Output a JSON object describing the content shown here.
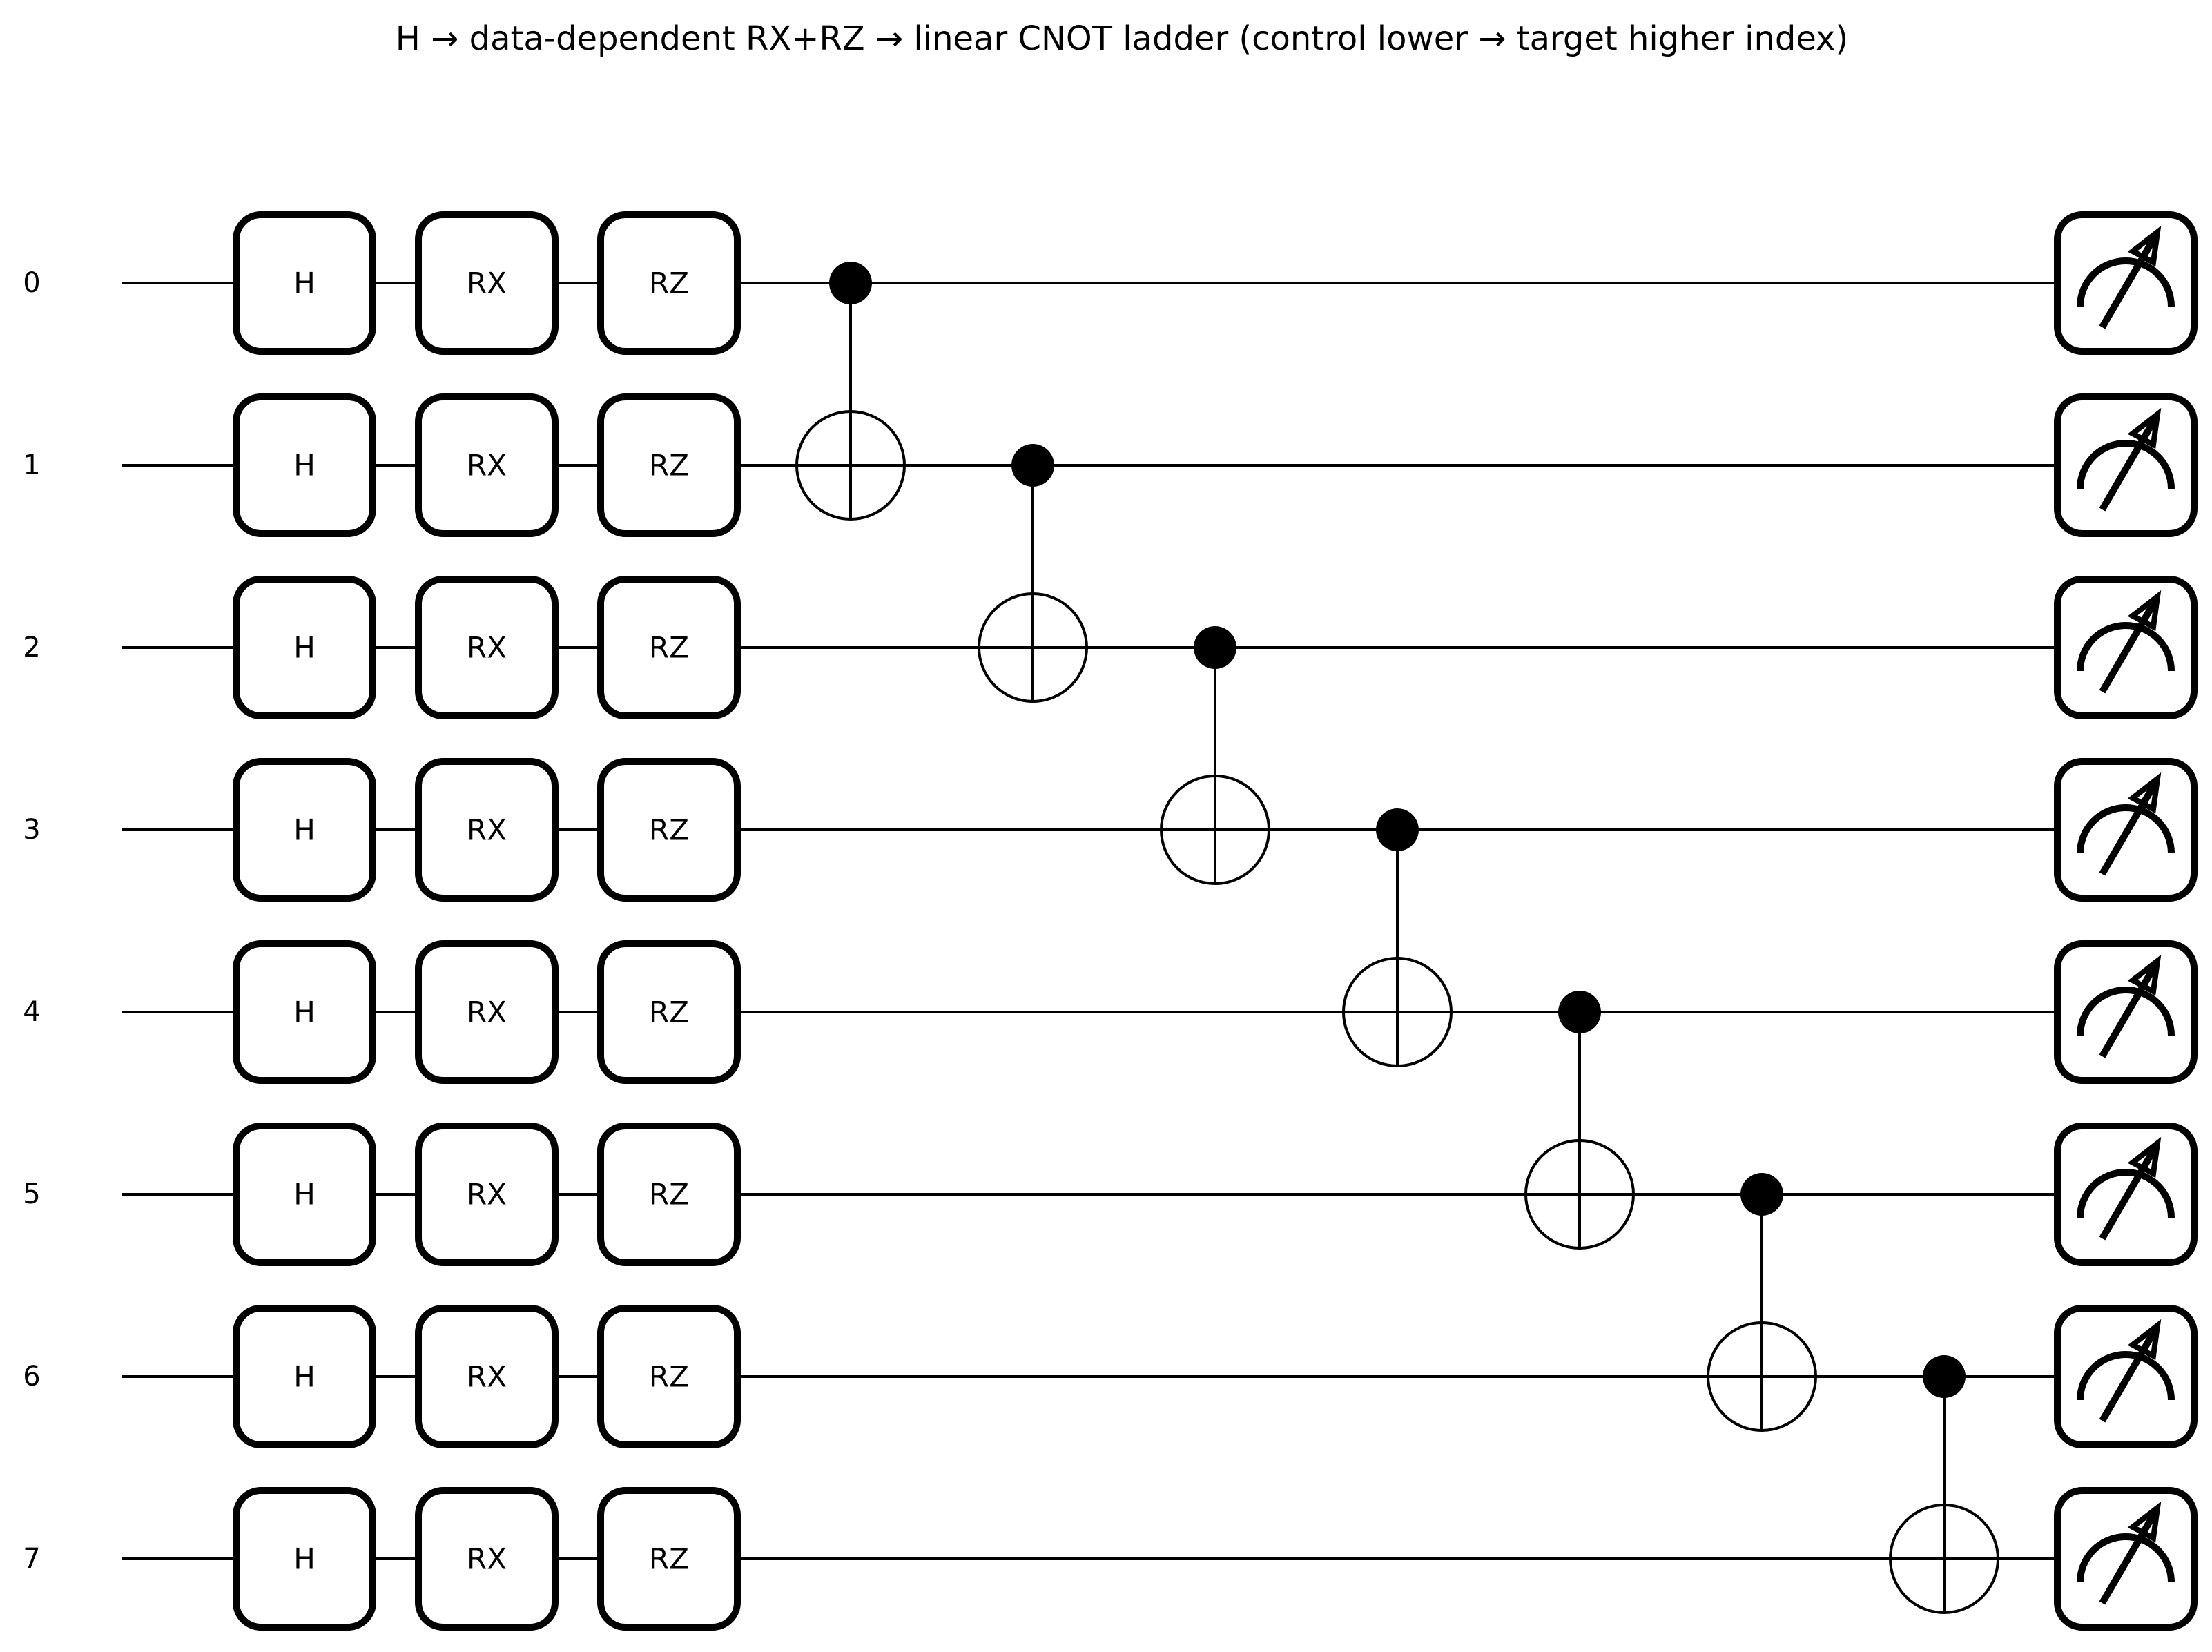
{
  "title": "H → data-dependent RX+RZ → linear CNOT ladder (control lower → target higher index)",
  "qubits": [
    "0",
    "1",
    "2",
    "3",
    "4",
    "5",
    "6",
    "7"
  ],
  "single_qubit_layers": [
    {
      "gate": "H"
    },
    {
      "gate": "RX"
    },
    {
      "gate": "RZ"
    }
  ],
  "cnots": [
    {
      "control": 0,
      "target": 1
    },
    {
      "control": 1,
      "target": 2
    },
    {
      "control": 2,
      "target": 3
    },
    {
      "control": 3,
      "target": 4
    },
    {
      "control": 4,
      "target": 5
    },
    {
      "control": 5,
      "target": 6
    },
    {
      "control": 6,
      "target": 7
    }
  ],
  "measurement": {
    "icon": "measure-meter-icon",
    "on_all_qubits": true
  }
}
